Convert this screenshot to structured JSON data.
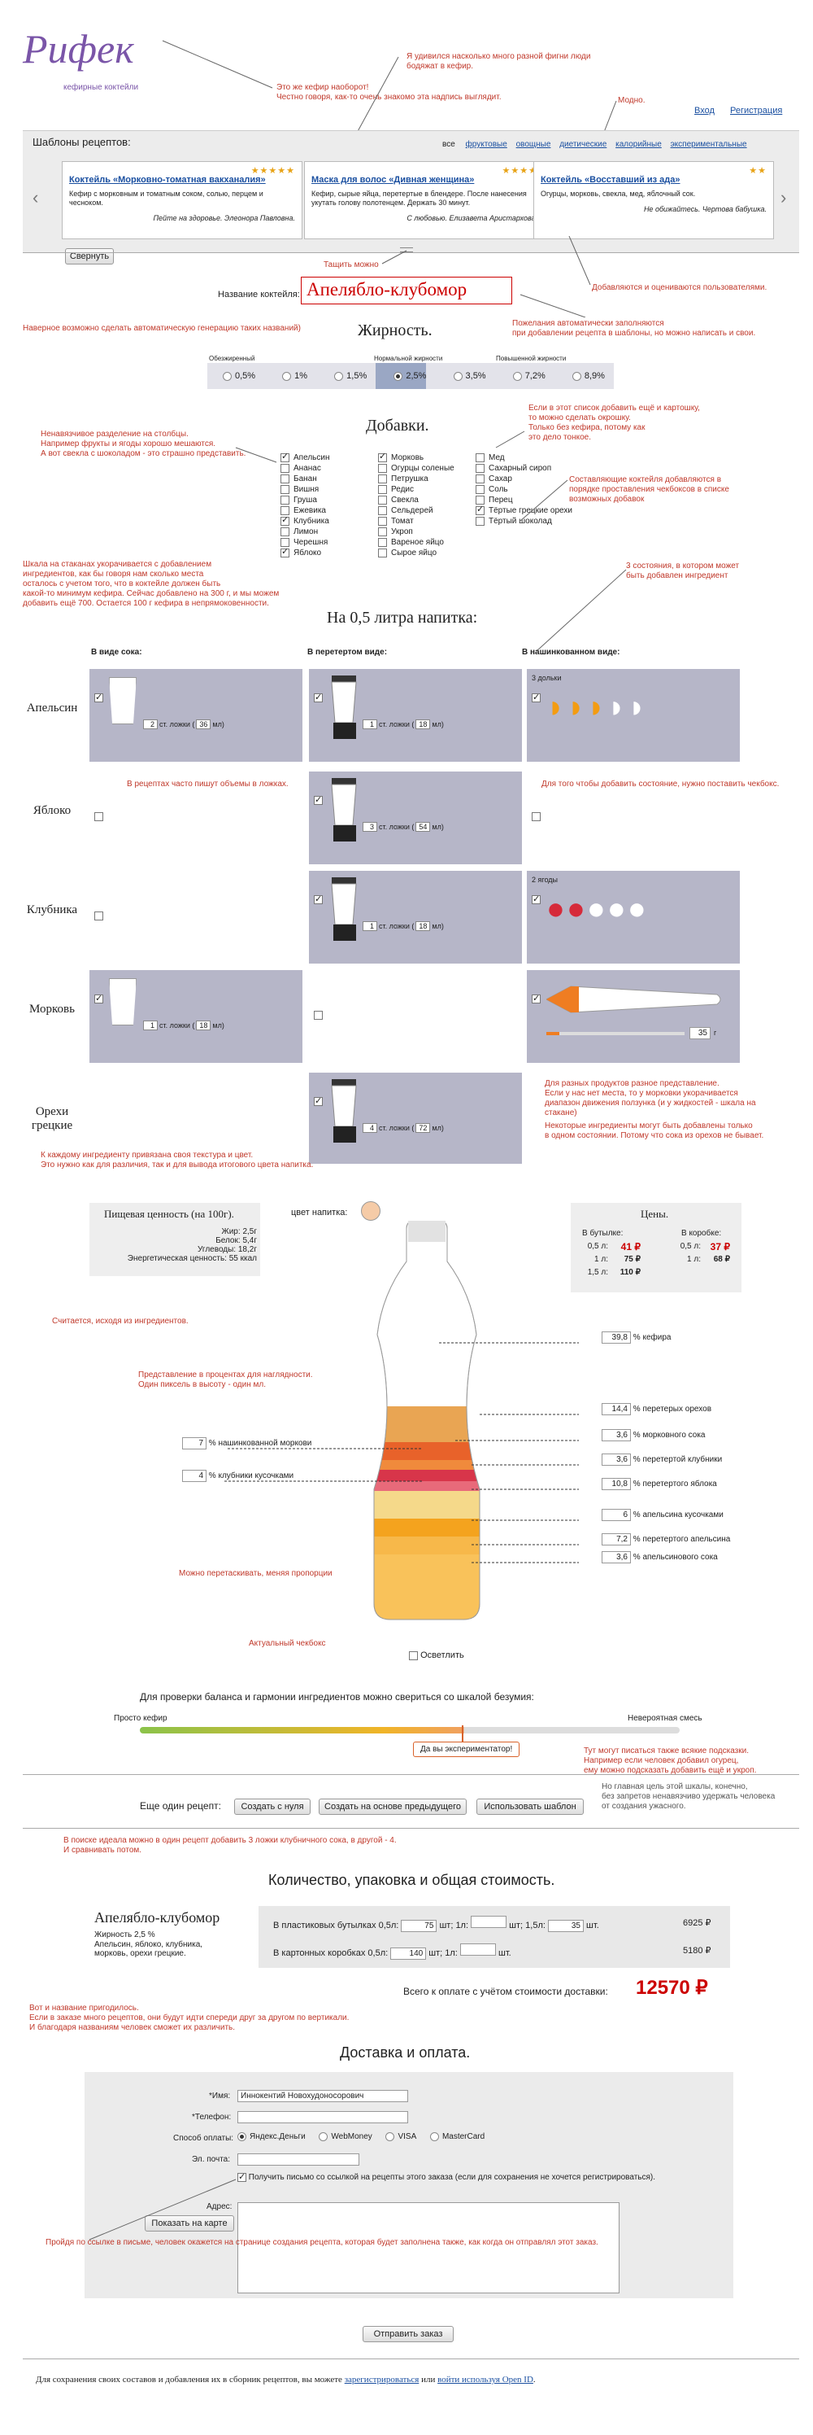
{
  "logo": {
    "text": "Рифек",
    "subtitle": "кефирные коктейли"
  },
  "header": {
    "login": "Вход",
    "register": "Регистрация"
  },
  "notes": {
    "n1": "Это же кефир наоборот!\nЧестно говоря, как-то очень знакомо эта надпись выглядит.",
    "n2": "Я удивился насколько много разной фигни люди\nбодяжат в кефир.",
    "n3": "Модно.",
    "n4": "Тащить можно",
    "n5": "Добавляются и оцениваются пользователями.",
    "n6": "Наверное возможно сделать автоматическую генерацию таких названий)",
    "n7": "Пожелания автоматически заполняются\nпри добавлении рецепта в шаблоны, но можно написать и свои.",
    "n8": "Ненавязчивое разделение на столбцы.\nНапример фрукты и ягоды хорошо мешаются.\nА вот свекла с шоколадом - это страшно представить.",
    "n9": "Если в этот список добавить ещё и картошку,\nто можно сделать окрошку.\nТолько без кефира, потому как\nэто дело тонкое.",
    "n10": "Составляющие коктейля добавляются в\nпорядке проставления чекбоксов в списке\nвозможных добавок",
    "n11": "Шкала на стаканах укорачивается с добавлением\nингредиентов, как бы говоря нам сколько места\nосталось с учетом того, что в коктейле должен быть\nкакой-то минимум кефира. Сейчас добавлено на 300 г, и мы можем\nдобавить ещё 700. Остается 100 г кефира в непрямоковенности.",
    "n12": "3 состояния, в котором может\nбыть добавлен ингредиент",
    "n13": "В рецептах часто пишут объемы в ложках.",
    "n14": "Для того чтобы добавить состояние, нужно поставить чекбокс.",
    "n15": "Для разных продуктов разное представление.\nЕсли у нас нет места, то у морковки укорачивается\nдиапазон движения ползунка (и у жидкостей - шкала на\nстакане)",
    "n16": "Некоторые ингредиенты могут быть добавлены только\nв одном состоянии. Потому что сока из орехов не бывает.",
    "n17": "К каждому ингредиенту привязана своя текстура и цвет.\nЭто нужно как для различия, так и для вывода итогового цвета напитка.",
    "n18": "Считается, исходя из ингредиентов.",
    "n19": "Представление в процентах для наглядности.\nОдин пиксель в высоту - один мл.",
    "n20": "Можно перетаскивать, меняя пропорции",
    "n21": "Актуальный чекбокс",
    "n22": "Тут могут писаться также всякие подсказки.\nНапример если человек добавил огурец,\nему можно подсказать добавить ещё и укроп.",
    "n23": "Но главная цель этой шкалы, конечно,\nбез запретов ненавязчиво удержать человека\nот создания ужасного.",
    "n24": "В поиске идеала можно в один рецепт добавить 3 ложки клубничного сока, в другой - 4.\nИ сравнивать потом.",
    "n25": "Вот и название пригодилось.\nЕсли в заказе много рецептов, они будут идти спереди друг за другом по вертикали.\nИ благодаря названиям человек сможет их различить.",
    "n26": "Пройдя по ссылке в письме, человек окажется на странице создания рецепта, которая будет заполнена также, как когда он отправлял этот заказ."
  },
  "templates": {
    "title": "Шаблоны рецептов:",
    "filters": [
      "все",
      "фруктовые",
      "овощные",
      "диетические",
      "калорийные",
      "экспериментальные"
    ],
    "cards": [
      {
        "title": "Коктейль «Морковно-томатная вакханалия»",
        "desc": "Кефир с морковным и томатным соком, солью, перцем и чесноком.",
        "author": "Пейте на здоровье. Элеонора Павловна.",
        "rating": "★★★★★"
      },
      {
        "title": "Маска для волос «Дивная женщина»",
        "desc": "Кефир, сырые яйца, перетертые в блендере. После нанесения укутать голову полотенцем. Держать 30 минут.",
        "author": "С любовью. Елизавета Аристархова.",
        "rating": "★★★★"
      },
      {
        "title": "Коктейль «Восставший из ада»",
        "desc": "Огурцы, морковь, свекла, мед, яблочный сок.",
        "author": "Не обижайтесь. Чертова бабушка.",
        "rating": "★★"
      }
    ],
    "collapse": "Свернуть"
  },
  "name": {
    "label": "Название коктейля:",
    "value": "Апелябло-клубомор"
  },
  "fat": {
    "title": "Жирность.",
    "groups": [
      "Обезжиренный",
      "Нормальной жирности",
      "Повышенной жирности"
    ],
    "options": [
      "0,5%",
      "1%",
      "1,5%",
      "2,5%",
      "3,5%",
      "7,2%",
      "8,9%"
    ],
    "selected": "2,5%"
  },
  "additives": {
    "title": "Добавки.",
    "col1": [
      [
        "Апельсин",
        true
      ],
      [
        "Ананас",
        false
      ],
      [
        "Банан",
        false
      ],
      [
        "Вишня",
        false
      ],
      [
        "Груша",
        false
      ],
      [
        "Ежевика",
        false
      ],
      [
        "Клубника",
        true
      ],
      [
        "Лимон",
        false
      ],
      [
        "Черешня",
        false
      ],
      [
        "Яблоко",
        true
      ]
    ],
    "col2": [
      [
        "Морковь",
        true
      ],
      [
        "Огурцы соленые",
        false
      ],
      [
        "Петрушка",
        false
      ],
      [
        "Редис",
        false
      ],
      [
        "Свекла",
        false
      ],
      [
        "Сельдерей",
        false
      ],
      [
        "Томат",
        false
      ],
      [
        "Укроп",
        false
      ],
      [
        "Вареное яйцо",
        false
      ],
      [
        "Сырое яйцо",
        false
      ]
    ],
    "col3": [
      [
        "Мед",
        false
      ],
      [
        "Сахарный сироп",
        false
      ],
      [
        "Сахар",
        false
      ],
      [
        "Соль",
        false
      ],
      [
        "Перец",
        false
      ],
      [
        "Тёртые грецкие орехи",
        true
      ],
      [
        "Тёртый шоколад",
        false
      ]
    ]
  },
  "volume": {
    "title": "На 0,5 литра напитка:",
    "cols": [
      "В виде сока:",
      "В перетертом виде:",
      "В нашинкованном виде:"
    ],
    "rows": [
      {
        "name": "Апельсин",
        "juice": {
          "n": "2",
          "ml": "36"
        },
        "puree": {
          "n": "1",
          "ml": "18"
        },
        "chop": "3 дольки"
      },
      {
        "name": "Яблоко",
        "puree": {
          "n": "3",
          "ml": "54"
        }
      },
      {
        "name": "Клубника",
        "puree": {
          "n": "1",
          "ml": "18"
        },
        "chop": "2 ягоды"
      },
      {
        "name": "Морковь",
        "juice": {
          "n": "1",
          "ml": "18"
        },
        "carrot": "35"
      },
      {
        "name": "Орехи грецкие",
        "puree": {
          "n": "4",
          "ml": "72"
        }
      }
    ],
    "spoons": "ст. ложки",
    "ml": "мл",
    "g": "г"
  },
  "nutrition": {
    "title": "Пищевая ценность (на 100г).",
    "rows": [
      [
        "Жир:",
        "2,5г"
      ],
      [
        "Белок:",
        "5,4г"
      ],
      [
        "Углеводы:",
        "18,2г"
      ],
      [
        "Энергетическая ценность:",
        "55 ккал"
      ]
    ]
  },
  "color_label": "цвет напитка:",
  "prices": {
    "title": "Цены.",
    "bottle": "В бутылке:",
    "box": "В коробке:",
    "rows": [
      [
        "0,5 л:",
        "41 ₽",
        "0,5 л:",
        "37 ₽"
      ],
      [
        "1 л:",
        "75 ₽",
        "1 л:",
        "68 ₽"
      ],
      [
        "1,5 л:",
        "110 ₽",
        "",
        ""
      ]
    ]
  },
  "bands": {
    "right": [
      [
        "39,8",
        "% кефира"
      ],
      [
        "14,4",
        "% перетерых орехов"
      ],
      [
        "3,6",
        "% морковного сока"
      ],
      [
        "3,6",
        "% перетертой клубники"
      ],
      [
        "10,8",
        "% перетертого яблока"
      ],
      [
        "6",
        "% апельсина кусочками"
      ],
      [
        "7,2",
        "% перетертого апельсина"
      ],
      [
        "3,6",
        "% апельсинового сока"
      ]
    ],
    "left": [
      [
        "7",
        "% нашинкованной моркови"
      ],
      [
        "4",
        "% клубники кусочками"
      ]
    ]
  },
  "lighten": "Осветлить",
  "madness": {
    "title": "Для проверки баланса и гармонии ингредиентов можно свериться со шкалой безумия:",
    "left": "Просто кефир",
    "right": "Невероятная смесь",
    "tip": "Да вы экспериментатор!"
  },
  "another": {
    "label": "Еще один рецепт:",
    "b1": "Создать с нуля",
    "b2": "Создать на основе предыдущего",
    "b3": "Использовать шаблон"
  },
  "order": {
    "title": "Количество, упаковка и общая стоимость.",
    "name": "Апелябло-клубомор",
    "fat": "Жирность 2,5 %",
    "ingr": "Апельсин, яблоко, клубника,\nморковь, орехи грецкие.",
    "plastic": "В пластиковых бутылках 0,5л:",
    "cardboard": "В картонных коробках 0,5л:",
    "p05": "75",
    "p1": "",
    "p15": "35",
    "c05": "140",
    "c1": "",
    "pt": "6925 ₽",
    "ct": "5180 ₽",
    "u1": "шт; 1л:",
    "u2": "шт; 1,5л:",
    "u3": "шт.",
    "total_label": "Всего к оплате с учётом стоимости доставки:",
    "total": "12570 ₽"
  },
  "delivery": {
    "title": "Доставка и оплата.",
    "name_label": "*Имя:",
    "name": "Иннокентий Новохудоносорович",
    "phone_label": "*Телефон:",
    "pay_label": "Способ оплаты:",
    "pay": [
      "Яндекс.Деньги",
      "WebMoney",
      "VISA",
      "MasterCard"
    ],
    "email_label": "Эл. почта:",
    "letter": "Получить письмо со ссылкой на рецепты этого заказа (если для сохранения не хочется регистрироваться).",
    "addr_label": "Адрес:",
    "map": "Показать на карте",
    "submit": "Отправить заказ"
  },
  "footer": {
    "pre": "Для сохранения своих составов и добавления их в сборник рецептов, вы можете ",
    "reg": "зарегистрироваться",
    "mid": " или ",
    "oid": "войти используя Open ID",
    "post": "."
  }
}
